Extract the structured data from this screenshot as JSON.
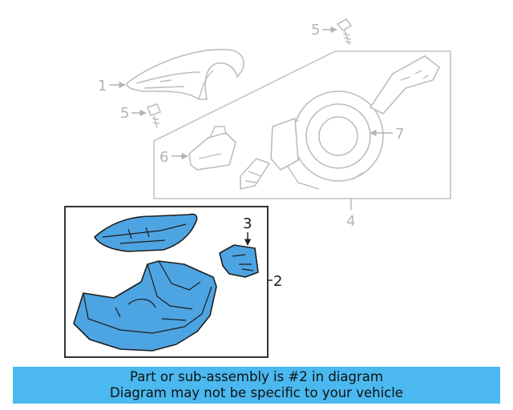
{
  "labels": {
    "callout_1": "1",
    "callout_2": "2",
    "callout_3": "3",
    "callout_4": "4",
    "callout_5_top": "5",
    "callout_5_left": "5",
    "callout_6": "6",
    "callout_7": "7"
  },
  "banner": {
    "line1": "Part or sub-assembly is #2 in diagram",
    "line2": "Diagram may not be specific to your vehicle"
  },
  "colors": {
    "highlight": "#4da4e3",
    "banner": "#4bb8ef",
    "ghost_outline": "#bdbdbd",
    "callout_box": "#1d1d1d"
  },
  "icons": [
    "screw-icon",
    "bolt-icon",
    "arrow-icon"
  ]
}
